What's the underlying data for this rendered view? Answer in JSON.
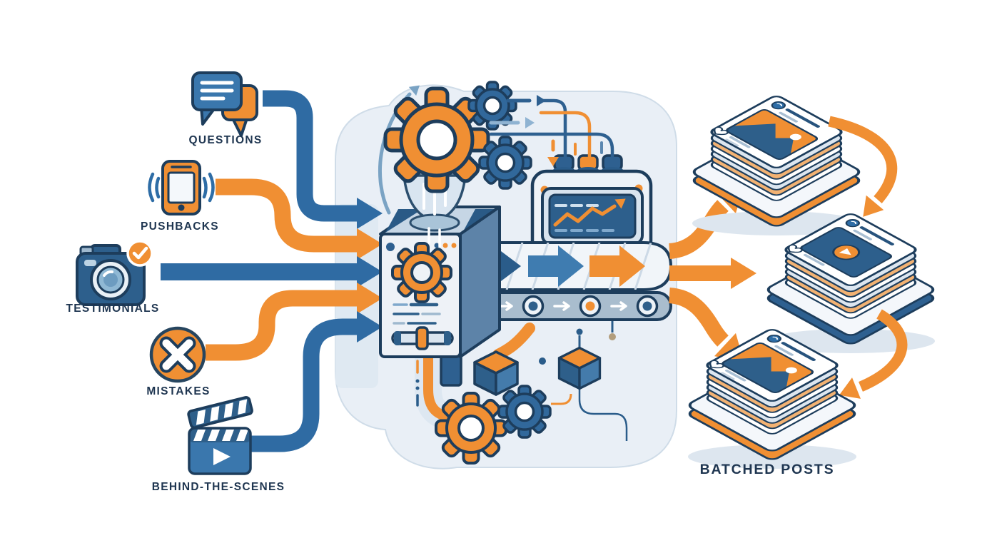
{
  "inputs": [
    {
      "label": "QUESTIONS",
      "icon": "chat-bubbles-icon",
      "arrow_color": "#2f6ba3"
    },
    {
      "label": "PUSHBACKS",
      "icon": "vibrating-phone-icon",
      "arrow_color": "#f08f33"
    },
    {
      "label": "TESTIMONIALS",
      "icon": "camera-check-icon",
      "arrow_color": "#2f6ba3"
    },
    {
      "label": "MISTAKES",
      "icon": "error-cross-icon",
      "arrow_color": "#f08f33"
    },
    {
      "label": "BEHIND-THE-SCENES",
      "icon": "clapperboard-play-icon",
      "arrow_color": "#2f6ba3"
    }
  ],
  "machine": {
    "icons": [
      "gear-icon",
      "funnel-icon",
      "trend-chart-screen-icon",
      "control-knob-icon",
      "conveyor-belt-icon",
      "cube-icon",
      "slider-icon",
      "circuit-line-icon"
    ]
  },
  "output": {
    "label": "BATCHED POSTS",
    "stacks": [
      {
        "type": "photo-post-stack",
        "rim_color": "#f08f33"
      },
      {
        "type": "video-post-stack",
        "rim_color": "#2e6090"
      },
      {
        "type": "photo-post-stack",
        "rim_color": "#f08f33"
      }
    ]
  },
  "colors": {
    "blue": "#2f6ba3",
    "steel_blue": "#31689b",
    "navy_outline": "#1d3d5c",
    "orange": "#f08f33",
    "panel_blob": "#e9eff6",
    "label_text": "#1e3550",
    "background": "#ffffff"
  }
}
